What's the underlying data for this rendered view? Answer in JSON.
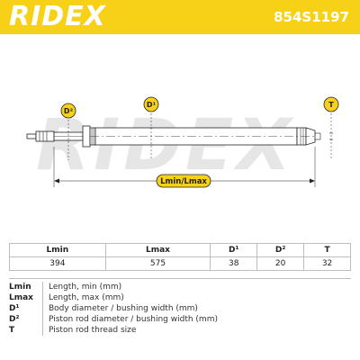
{
  "header": {
    "brand": "RIDEX",
    "part_number": "854S1197"
  },
  "drawing": {
    "watermark": "RIDEX",
    "badges": {
      "d2": "D²",
      "d1": "D¹",
      "t": "T"
    },
    "length_label": "Lmin/Lmax"
  },
  "table": {
    "headers": [
      "Lmin",
      "Lmax",
      "D¹",
      "D²",
      "T"
    ],
    "values": [
      "394",
      "575",
      "38",
      "20",
      "32"
    ]
  },
  "legend": [
    {
      "key": "Lmin",
      "desc": "Length, min (mm)"
    },
    {
      "key": "Lmax",
      "desc": "Length, max (mm)"
    },
    {
      "key": "D¹",
      "desc": "Body diameter / bushing width (mm)"
    },
    {
      "key": "D²",
      "desc": "Piston rod diameter / bushing width (mm)"
    },
    {
      "key": "T",
      "desc": "Piston rod thread size"
    }
  ],
  "colors": {
    "brand_yellow": "#f7d117",
    "badge_yellow": "#f7d117",
    "line": "#222222"
  }
}
